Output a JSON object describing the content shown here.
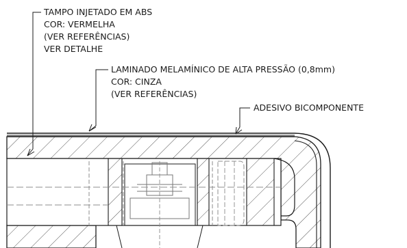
{
  "callouts": {
    "tampo": {
      "lines": [
        "TAMPO INJETADO EM ABS",
        "COR: VERMELHA",
        "(VER REFERÊNCIAS)",
        "VER DETALHE"
      ]
    },
    "laminado": {
      "lines": [
        "LAMINADO MELAMÍNICO DE ALTA PRESSÃO (0,8mm)",
        "COR: CINZA",
        "(VER REFERÊNCIAS)"
      ]
    },
    "adesivo": {
      "lines": [
        "ADESIVO BICOMPONENTE"
      ]
    }
  },
  "colors": {
    "line": "#1a1a1a",
    "hatch": "#555555",
    "dashed": "#8c8c8c",
    "background": "#ffffff"
  }
}
